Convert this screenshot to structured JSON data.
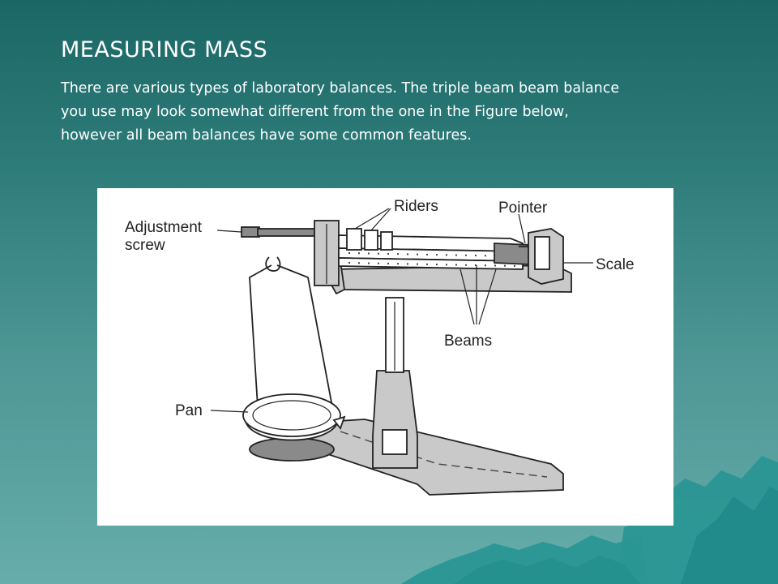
{
  "slide": {
    "title": "MEASURING MASS",
    "body": "There are various types of laboratory balances. The triple beam beam balance you use may look somewhat different from the one in the Figure below, however all beam balances have some common features."
  },
  "figure": {
    "labels": {
      "adjustment_screw_line1": "Adjustment",
      "adjustment_screw_line2": "screw",
      "riders": "Riders",
      "pointer": "Pointer",
      "scale": "Scale",
      "beams": "Beams",
      "pan": "Pan"
    }
  },
  "colors": {
    "background_top": "#1a6766",
    "background_bottom": "#66adab",
    "mountain": "#2f9a98",
    "text": "#ffffff"
  }
}
